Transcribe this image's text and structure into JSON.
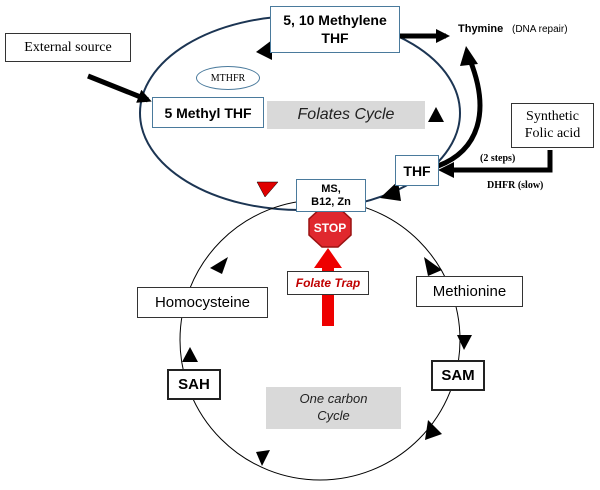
{
  "nodes": {
    "methylene_thf_line1": "5, 10 Methylene",
    "methylene_thf_line2": "THF",
    "methyl_thf": "5 Methyl THF",
    "thf": "THF",
    "ms_line1": "MS,",
    "ms_line2": "B12, Zn",
    "external_source": "External source",
    "synthetic_line1": "Synthetic",
    "synthetic_line2": "Folic acid",
    "homocysteine": "Homocysteine",
    "methionine": "Methionine",
    "sam": "SAM",
    "sah": "SAH"
  },
  "labels": {
    "mthfr": "MTHFR",
    "thymine": "Thymine",
    "dna_repair": "(DNA repair)",
    "two_steps": "(2 steps)",
    "dhfr": "DHFR (slow)",
    "folates_cycle": "Folates Cycle",
    "one_carbon_line1": "One carbon",
    "one_carbon_line2": "Cycle",
    "folate_trap": "Folate Trap",
    "stop": "STOP"
  },
  "colors": {
    "folate_cycle_line": "#1c3553",
    "box_border_blue": "#4a7a9c",
    "stop_red": "#e0282e",
    "arrow_red": "#ee0000",
    "trap_text": "#c00000",
    "label_grey": "#d9d9d9"
  },
  "icons": {
    "stop_sign": "stop-sign-icon"
  }
}
